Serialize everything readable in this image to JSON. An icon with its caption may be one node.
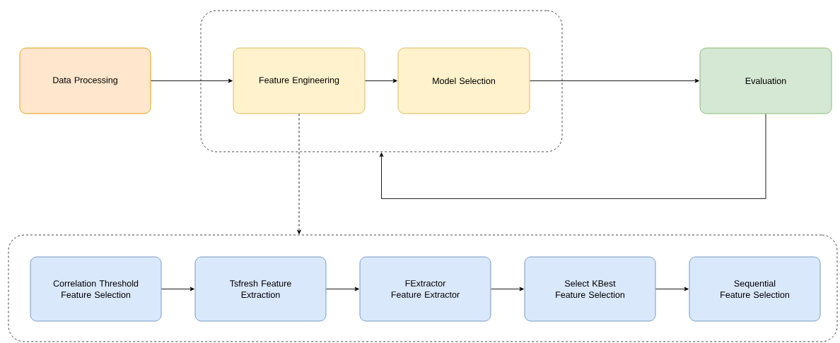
{
  "diagram": {
    "nodes": [
      {
        "text": [
          "Data Processing"
        ]
      },
      {
        "text": [],
        "shape": "box"
      },
      {
        "text": [
          "Feature Engineering"
        ],
        "in": 1
      },
      {
        "text": [
          "Model Selection"
        ],
        "in": 1
      },
      {
        "text": [
          "Evaluation"
        ]
      },
      {
        "text": [],
        "shape": "box"
      },
      {
        "text": [
          "Correlation Threshold Feature Selection"
        ],
        "in": 5
      },
      {
        "text": [
          "Tsfresh Feature Extraction"
        ],
        "in": 5
      },
      {
        "text": [
          "FExtractor Feature Extractor"
        ],
        "in": 5
      },
      {
        "text": [
          "Select KBest Feature Selection"
        ],
        "in": 5
      },
      {
        "text": [
          "Sequential Feature Selection"
        ],
        "in": 5
      }
    ],
    "edges": [
      {
        "from": 0,
        "to": 2,
        "arrow": "to"
      },
      {
        "from": 2,
        "to": 3,
        "arrow": "to"
      },
      {
        "from": 3,
        "to": 4,
        "arrow": "to"
      },
      {
        "from": 4,
        "to": 1,
        "arrow": "to"
      },
      {
        "from": 2,
        "to": 5,
        "arrow": "to",
        "style": "dashed"
      },
      {
        "from": 6,
        "to": 7,
        "arrow": "to"
      },
      {
        "from": 7,
        "to": 8,
        "arrow": "to"
      },
      {
        "from": 8,
        "to": 9,
        "arrow": "to"
      },
      {
        "from": 9,
        "to": 10,
        "arrow": "to"
      }
    ]
  }
}
